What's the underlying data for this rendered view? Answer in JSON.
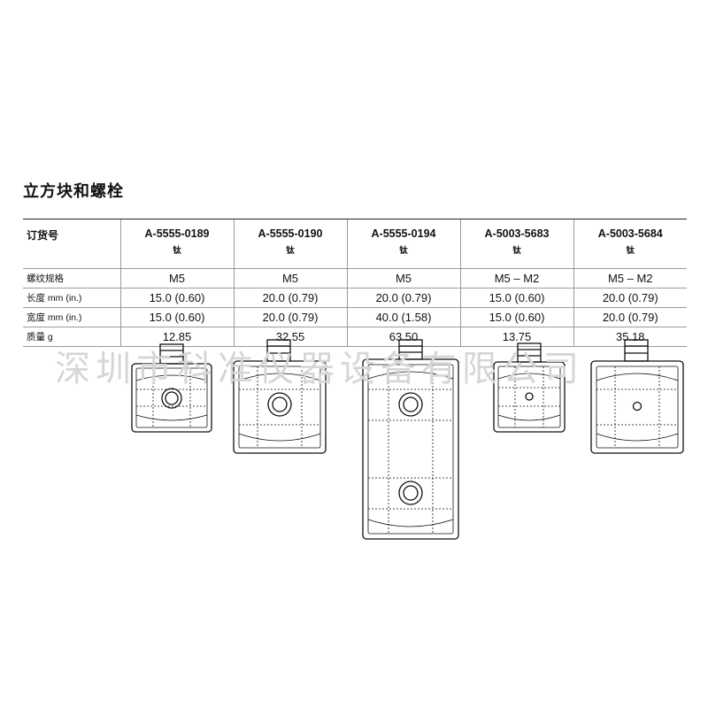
{
  "title": "立方块和螺栓",
  "table": {
    "header_label": "订货号",
    "columns": [
      {
        "part": "A-5555-0189",
        "material": "钛"
      },
      {
        "part": "A-5555-0190",
        "material": "钛"
      },
      {
        "part": "A-5555-0194",
        "material": "钛"
      },
      {
        "part": "A-5003-5683",
        "material": "钛"
      },
      {
        "part": "A-5003-5684",
        "material": "钛"
      }
    ],
    "rows": [
      {
        "label": "螺纹规格",
        "values": [
          "M5",
          "M5",
          "M5",
          "M5 – M2",
          "M5 – M2"
        ]
      },
      {
        "label": "长度 mm (in.)",
        "values": [
          "15.0 (0.60)",
          "20.0 (0.79)",
          "20.0 (0.79)",
          "15.0 (0.60)",
          "20.0 (0.79)"
        ]
      },
      {
        "label": "宽度 mm (in.)",
        "values": [
          "15.0 (0.60)",
          "20.0 (0.79)",
          "40.0 (1.58)",
          "15.0 (0.60)",
          "20.0 (0.79)"
        ]
      },
      {
        "label": "质量 g",
        "values": [
          "12.85",
          "32.55",
          "63.50",
          "13.75",
          "35.18"
        ]
      }
    ]
  },
  "watermark": "深圳市科准仪器设备有限公司",
  "colors": {
    "line": "#111111",
    "watermark": "#d6d6d6"
  }
}
